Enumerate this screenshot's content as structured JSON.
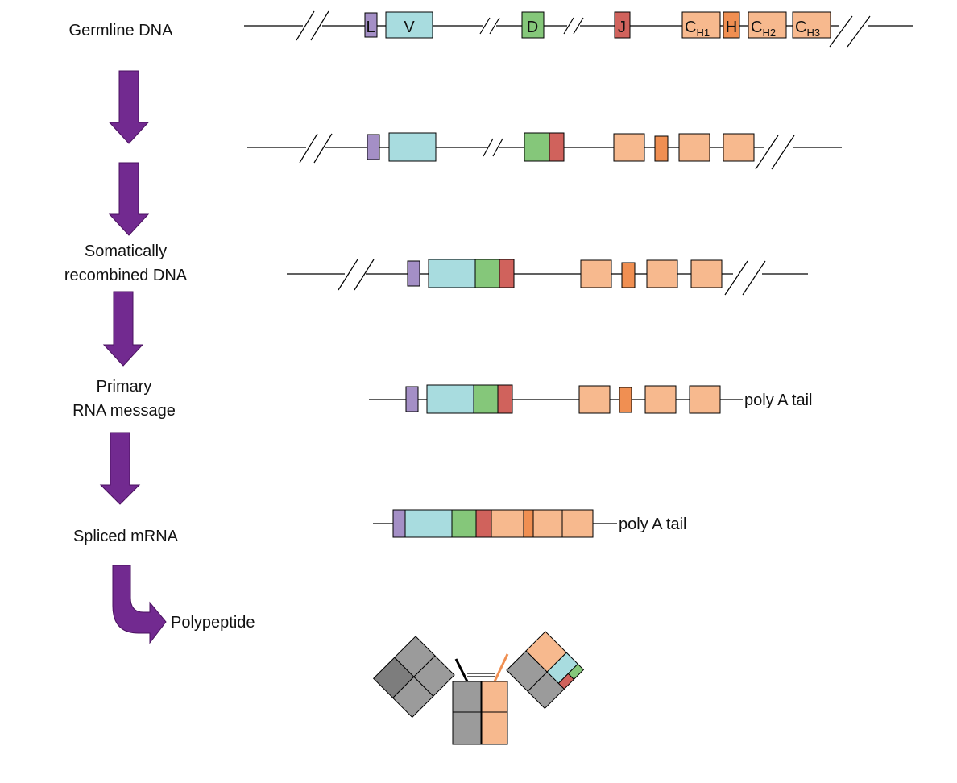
{
  "stages": {
    "germline": "Germline DNA",
    "somatic_1": "Somatically",
    "somatic_2": "recombined DNA",
    "primary_1": "Primary",
    "primary_2": "RNA message",
    "spliced": "Spliced mRNA",
    "polypeptide": "Polypeptide"
  },
  "segments": {
    "L": "L",
    "V": "V",
    "D": "D",
    "J": "J",
    "CH1_main": "C",
    "CH1_sub": "H1",
    "H": "H",
    "CH2_main": "C",
    "CH2_sub": "H2",
    "CH3_main": "C",
    "CH3_sub": "H3"
  },
  "tails": {
    "primary": "poly A tail",
    "spliced": "poly A tail"
  },
  "colors": {
    "leader": "#a48fc6",
    "variable": "#a8dcdf",
    "diversity": "#85c77a",
    "joining": "#d0625c",
    "constant": "#f7b98e",
    "hinge": "#f08f52",
    "arrow": "#722a90",
    "antibody_gray": "#9b9b9b",
    "antibody_dark": "#7d7d7d"
  }
}
